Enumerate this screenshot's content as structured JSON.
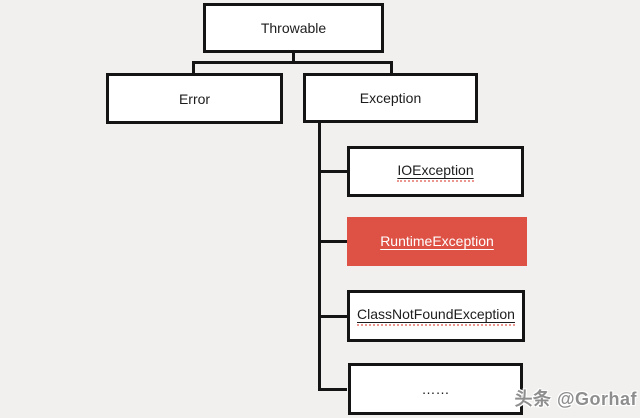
{
  "diagram": {
    "type": "class-hierarchy",
    "subject": "Java Throwable exception hierarchy",
    "nodes": {
      "throwable": {
        "label": "Throwable"
      },
      "error": {
        "label": "Error"
      },
      "exception": {
        "label": "Exception"
      },
      "io_exception": {
        "label": "IOException"
      },
      "runtime_exception": {
        "label": "RuntimeException"
      },
      "class_not_found_exception": {
        "label": "ClassNotFoundException"
      },
      "more": {
        "label": "……"
      }
    },
    "edges": [
      {
        "from": "Throwable",
        "to": "Error"
      },
      {
        "from": "Throwable",
        "to": "Exception"
      },
      {
        "from": "Exception",
        "to": "IOException"
      },
      {
        "from": "Exception",
        "to": "RuntimeException"
      },
      {
        "from": "Exception",
        "to": "ClassNotFoundException"
      },
      {
        "from": "Exception",
        "to": "……"
      }
    ],
    "highlighted_node": "RuntimeException"
  },
  "colors": {
    "background": "#f1f0ee",
    "box_fill": "#ffffff",
    "box_border": "#141414",
    "highlight_fill": "#de5246",
    "highlight_text": "#ffffff",
    "connector": "#141414"
  },
  "watermark": {
    "text": "头条 @Gorhaf"
  }
}
